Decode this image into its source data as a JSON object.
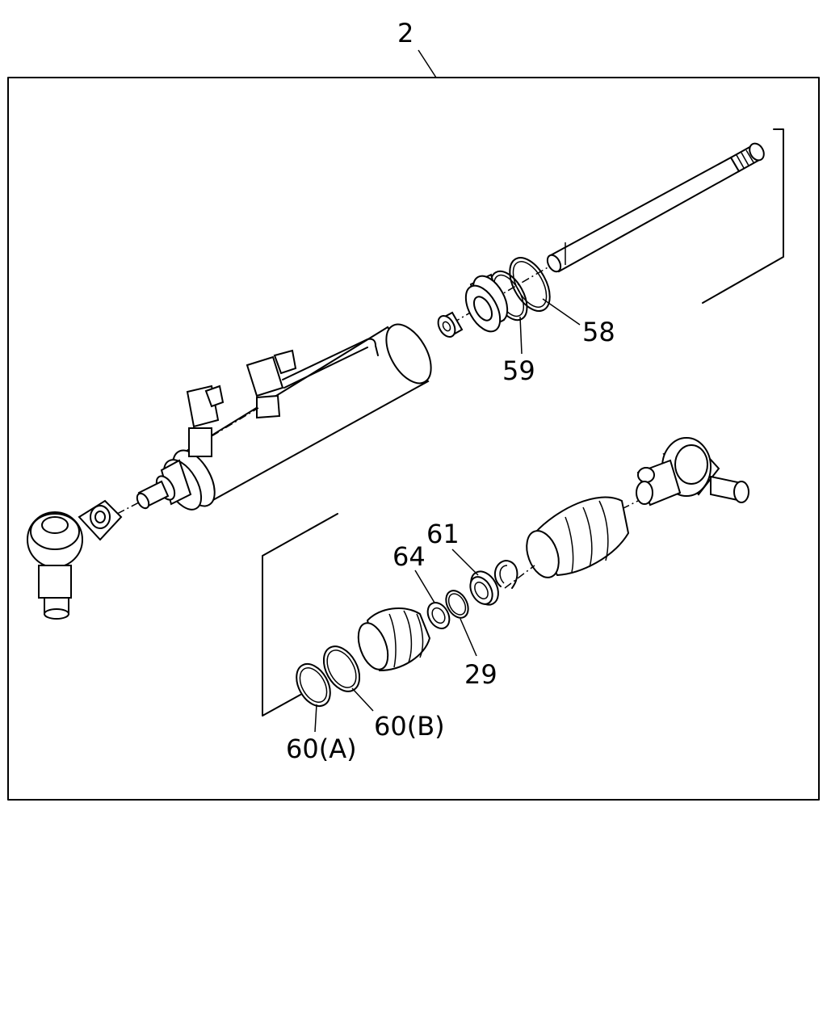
{
  "callouts": {
    "assembly": "2",
    "c58": "58",
    "c59": "59",
    "c61": "61",
    "c64": "64",
    "c29": "29",
    "c60a": "60(A)",
    "c60b": "60(B)"
  }
}
